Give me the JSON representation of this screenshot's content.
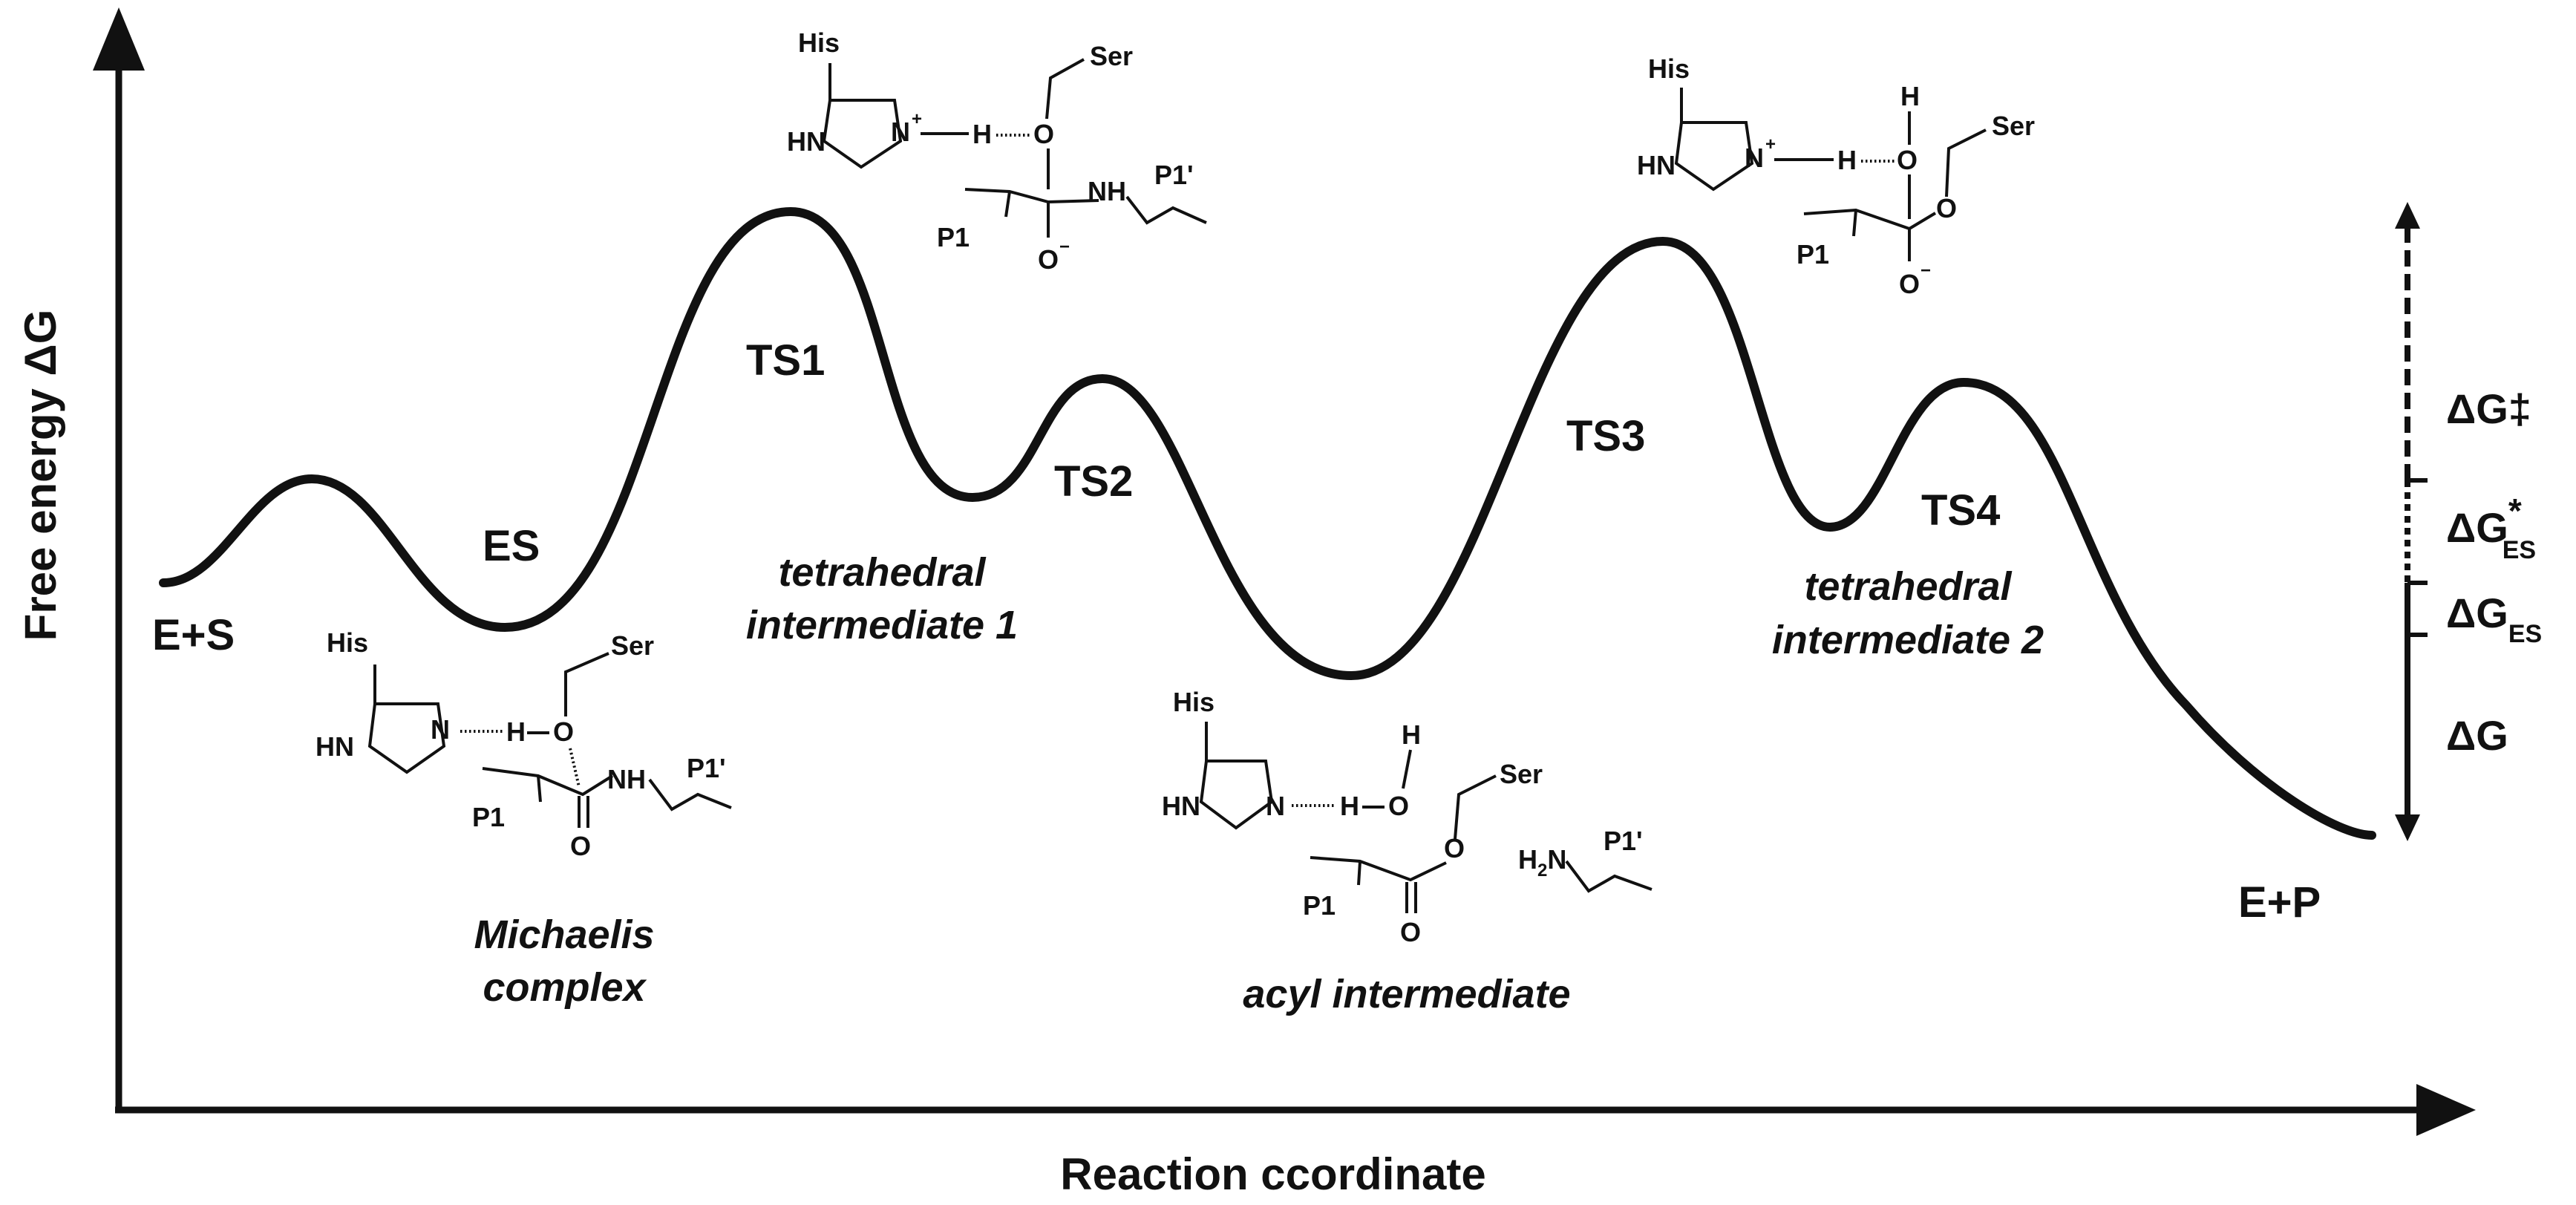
{
  "axes": {
    "y_title": "Free energy ΔG",
    "x_title": "Reaction ccordinate"
  },
  "states": {
    "es_start": "E+S",
    "es": "ES",
    "ts1": "TS1",
    "ts2": "TS2",
    "ts3": "TS3",
    "ts4": "TS4",
    "ep": "E+P"
  },
  "intermediates": {
    "michaelis_line1": "Michaelis",
    "michaelis_line2": "complex",
    "tetra1_line1": "tetrahedral",
    "tetra1_line2": "intermediate 1",
    "acyl": "acyl intermediate",
    "tetra2_line1": "tetrahedral",
    "tetra2_line2": "intermediate 2"
  },
  "energy_scale": {
    "dg_double_dagger": "ΔG‡",
    "dg_es_star_main": "ΔG",
    "dg_es_star_sup": "*",
    "dg_es_star_sub": "ES",
    "dg_es_main": "ΔG",
    "dg_es_sub": "ES",
    "dg": "ΔG"
  },
  "chem": {
    "his": "His",
    "ser": "Ser",
    "hn": "HN",
    "n": "N",
    "plus": "+",
    "h": "H",
    "o": "O",
    "o_minus": "O",
    "minus": "−",
    "nh": "NH",
    "h2n_h": "H",
    "h2n_2": "2",
    "h2n_n": "N",
    "p1": "P1",
    "p1prime": "P1'"
  }
}
